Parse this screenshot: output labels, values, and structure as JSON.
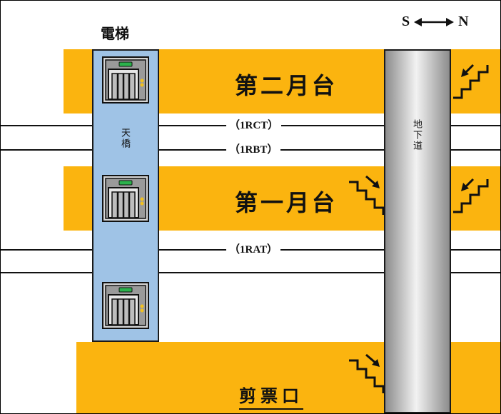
{
  "header": {
    "elevator_label": "電梯"
  },
  "compass": {
    "south": "S",
    "north": "N"
  },
  "platforms": [
    {
      "label": "第二月台"
    },
    {
      "label": "第一月台"
    }
  ],
  "tracks": [
    {
      "label": "（1RCT）"
    },
    {
      "label": "（1RBT）"
    },
    {
      "label": "（1RAT）"
    }
  ],
  "bridge": {
    "label": "天橋"
  },
  "underpass": {
    "label": "地下道"
  },
  "concourse": {
    "label": "剪票口"
  },
  "colors": {
    "platform": "#FBB40F",
    "bridge": "#9FC3E6",
    "underpass_dark": "#8C8C8C",
    "underpass_light": "#F2F2F2",
    "elevator_indicator": "#2BB24C"
  },
  "icons": {
    "elevator": "elevator-icon",
    "stairs": "stairs-icon",
    "direction": "double-arrow-icon"
  }
}
